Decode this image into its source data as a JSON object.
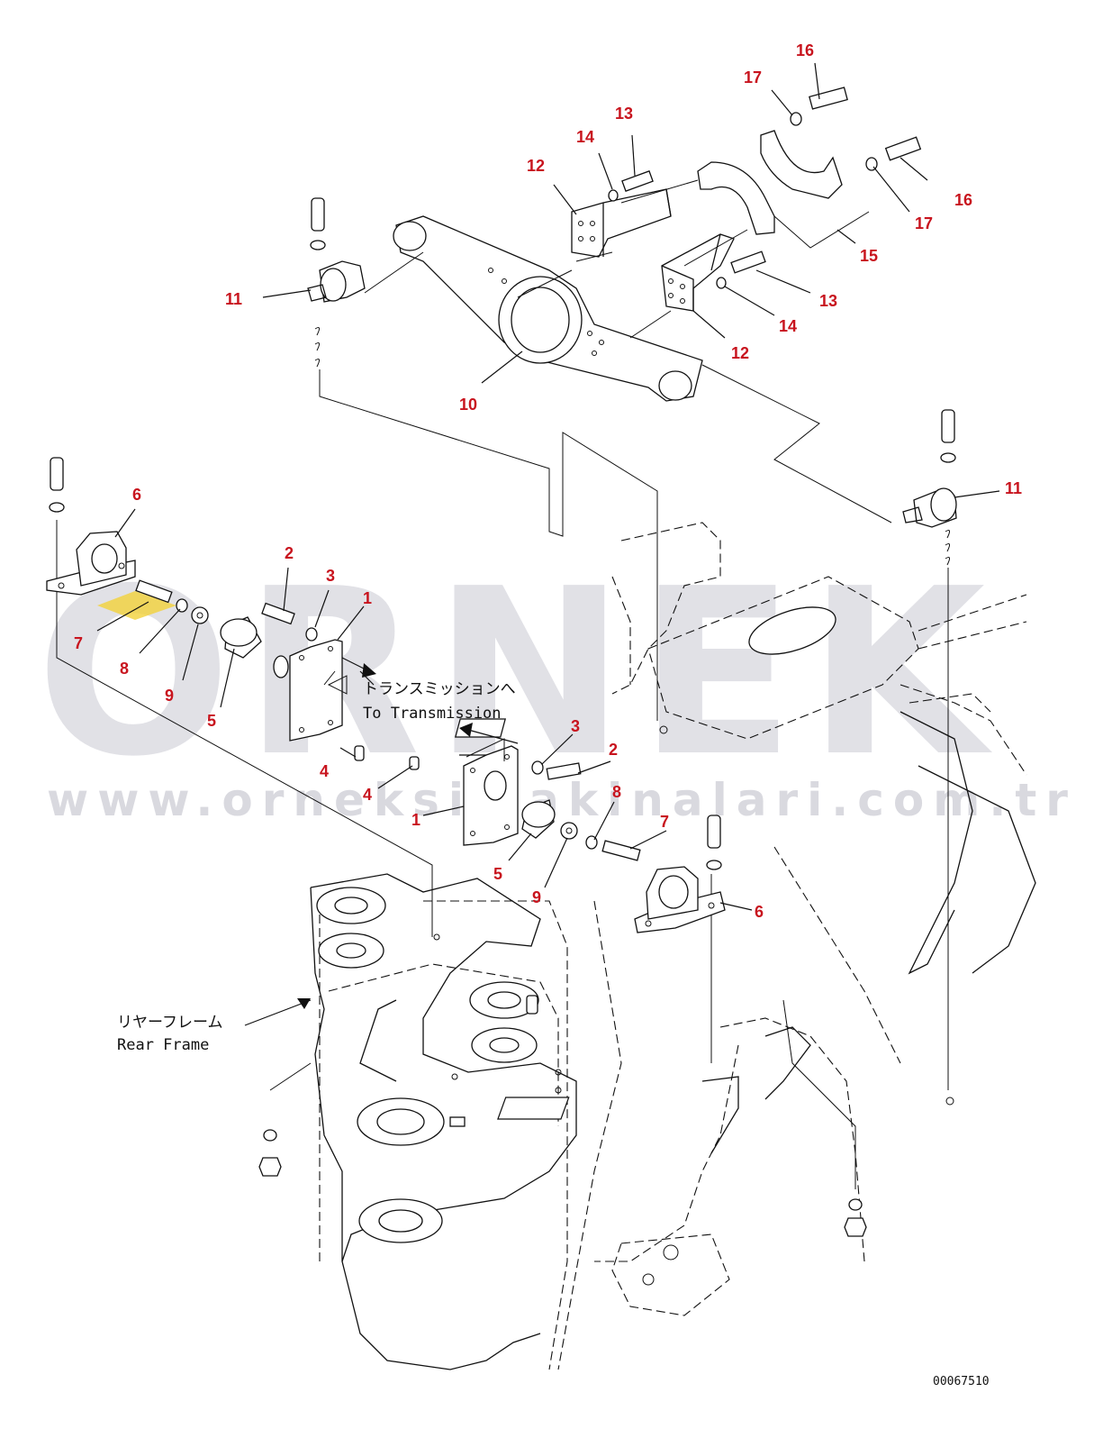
{
  "diagram": {
    "callouts": [
      {
        "id": "c16a",
        "label": "16"
      },
      {
        "id": "c17a",
        "label": "17"
      },
      {
        "id": "c13a",
        "label": "13"
      },
      {
        "id": "c14a",
        "label": "14"
      },
      {
        "id": "c12a",
        "label": "12"
      },
      {
        "id": "c16b",
        "label": "16"
      },
      {
        "id": "c17b",
        "label": "17"
      },
      {
        "id": "c15",
        "label": "15"
      },
      {
        "id": "c13b",
        "label": "13"
      },
      {
        "id": "c14b",
        "label": "14"
      },
      {
        "id": "c12b",
        "label": "12"
      },
      {
        "id": "c11a",
        "label": "11"
      },
      {
        "id": "c10",
        "label": "10"
      },
      {
        "id": "c11b",
        "label": "11"
      },
      {
        "id": "c6a",
        "label": "6"
      },
      {
        "id": "c2a",
        "label": "2"
      },
      {
        "id": "c3a",
        "label": "3"
      },
      {
        "id": "c1a",
        "label": "1"
      },
      {
        "id": "c7a",
        "label": "7"
      },
      {
        "id": "c8a",
        "label": "8"
      },
      {
        "id": "c9a",
        "label": "9"
      },
      {
        "id": "c5a",
        "label": "5"
      },
      {
        "id": "c4a",
        "label": "4"
      },
      {
        "id": "c3b",
        "label": "3"
      },
      {
        "id": "c2b",
        "label": "2"
      },
      {
        "id": "c4b",
        "label": "4"
      },
      {
        "id": "c1b",
        "label": "1"
      },
      {
        "id": "c8b",
        "label": "8"
      },
      {
        "id": "c7b",
        "label": "7"
      },
      {
        "id": "c5b",
        "label": "5"
      },
      {
        "id": "c9b",
        "label": "9"
      },
      {
        "id": "c6b",
        "label": "6"
      }
    ],
    "notes": {
      "transmission_jp": "トランスミッションへ",
      "transmission_en": "To Transmission",
      "rear_frame_jp": "リヤーフレーム",
      "rear_frame_en": "Rear Frame"
    },
    "doc_number": "00067510",
    "watermark": {
      "brand": "ORNEK",
      "url": "www.orneksimakinalari.com.tr"
    }
  },
  "colors": {
    "callout": "#c8141e",
    "linework": "#111111",
    "watermark": "#c9c9d2",
    "accent_yellow": "#f2d23a"
  }
}
